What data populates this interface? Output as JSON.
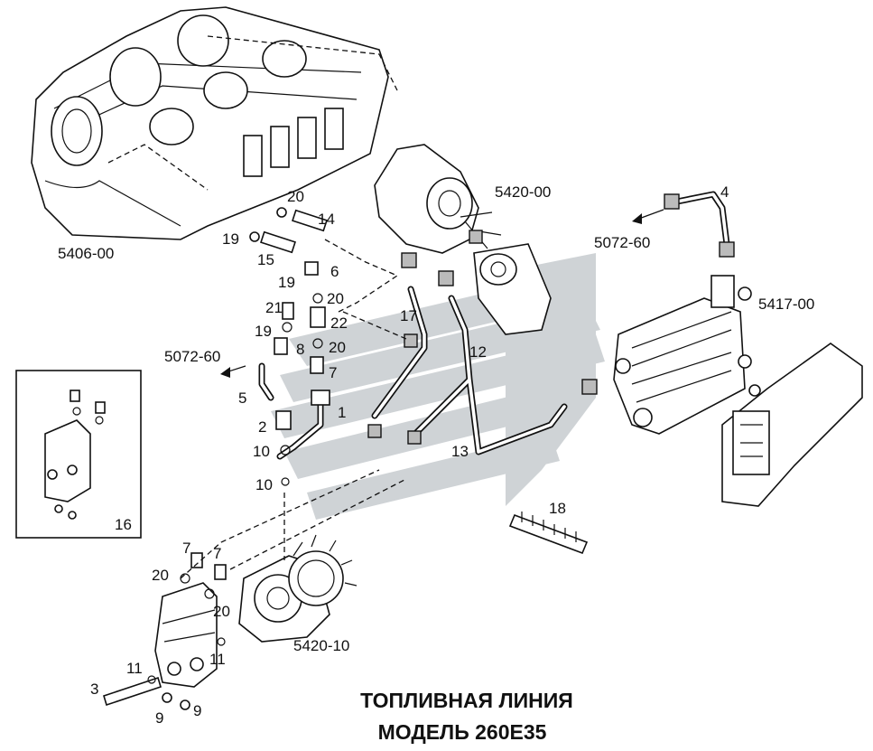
{
  "title": {
    "line1": "ТОПЛИВНАЯ ЛИНИЯ",
    "line2": "МОДЕЛЬ 260E35"
  },
  "assemblies": {
    "engine_block": "5406-00",
    "injection_pump": "5420-00",
    "transfer_pump": "5420-10",
    "ecu": "5417-00",
    "harness_ref_top": "5072-60",
    "harness_ref_left": "5072-60"
  },
  "callouts": {
    "c1": "1",
    "c2": "2",
    "c3": "3",
    "c4": "4",
    "c5": "5",
    "c6": "6",
    "c7a": "7",
    "c7b": "7",
    "c7c": "7",
    "c8": "8",
    "c9a": "9",
    "c9b": "9",
    "c10a": "10",
    "c10b": "10",
    "c11a": "11",
    "c11b": "11",
    "c12": "12",
    "c13": "13",
    "c14": "14",
    "c15": "15",
    "c16": "16",
    "c17": "17",
    "c18": "18",
    "c19a": "19",
    "c19b": "19",
    "c19c": "19",
    "c20a": "20",
    "c20b": "20",
    "c20c": "20",
    "c20d": "20",
    "c20e": "20",
    "c21": "21",
    "c22": "22"
  },
  "colors": {
    "line": "#111111",
    "watermark": "#cfd3d6",
    "background": "#ffffff"
  }
}
